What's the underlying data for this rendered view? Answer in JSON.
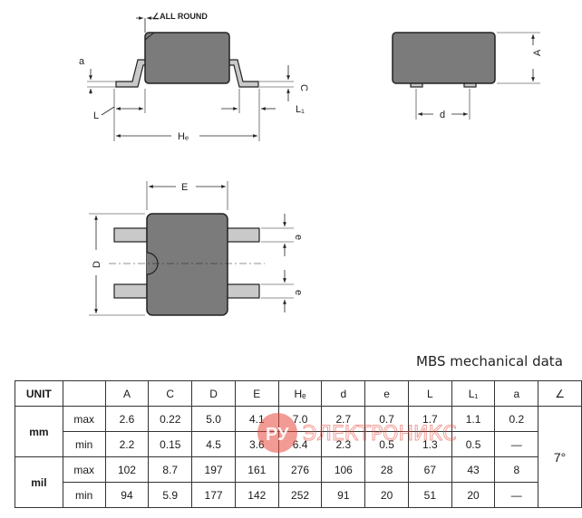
{
  "labels": {
    "all_round": "∠ALL ROUND",
    "a": "a",
    "L": "L",
    "HE": "Hₑ",
    "C": "C",
    "L1": "L₁",
    "A": "A",
    "d": "d",
    "E": "E",
    "D": "D",
    "e_top": "e",
    "e_bottom": "e"
  },
  "table": {
    "title": "MBS mechanical data",
    "headers": [
      "UNIT",
      "",
      "A",
      "C",
      "D",
      "E",
      "Hₑ",
      "d",
      "e",
      "L",
      "L₁",
      "a",
      "∠"
    ],
    "groups": [
      {
        "unit": "mm",
        "rows": [
          {
            "limit": "max",
            "values": [
              "2.6",
              "0.22",
              "5.0",
              "4.1",
              "7.0",
              "2.7",
              "0.7",
              "1.7",
              "1.1",
              "0.2"
            ]
          },
          {
            "limit": "min",
            "values": [
              "2.2",
              "0.15",
              "4.5",
              "3.6",
              "6.4",
              "2.3",
              "0.5",
              "1.3",
              "0.5",
              "—"
            ]
          }
        ]
      },
      {
        "unit": "mil",
        "rows": [
          {
            "limit": "max",
            "values": [
              "102",
              "8.7",
              "197",
              "161",
              "276",
              "106",
              "28",
              "67",
              "43",
              "8"
            ]
          },
          {
            "limit": "min",
            "values": [
              "94",
              "5.9",
              "177",
              "142",
              "252",
              "91",
              "20",
              "51",
              "20",
              "—"
            ]
          }
        ]
      }
    ],
    "angle": "7°"
  },
  "watermark": {
    "logo": "РУ",
    "text": "ЭЛЕКТРОНИКС"
  },
  "colors": {
    "body": "#7b7b7b",
    "lead": "#c9c9c9",
    "watermark": "#e8483c"
  }
}
